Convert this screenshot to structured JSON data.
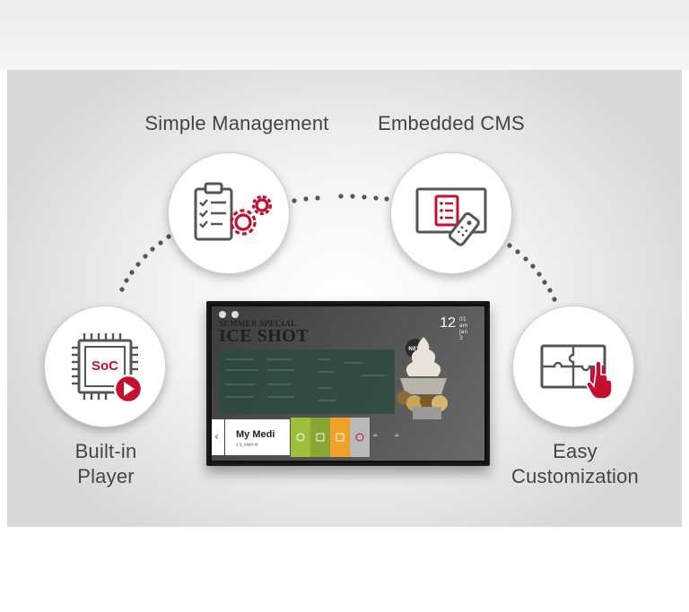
{
  "features": {
    "simple_management": "Simple Management",
    "embedded_cms": "Embedded CMS",
    "built_in_player": "Built-in\nPlayer",
    "easy_customization": "Easy\nCustomization"
  },
  "soc_chip": {
    "text": "SoC"
  },
  "tv": {
    "headline_small": "SUMMER SPECIAL",
    "headline_big": "ICE SHOT",
    "badge": "NEW",
    "clock": "12",
    "clock_minutes": "01",
    "clock_ampm": "am",
    "clock_date": "Jan 3",
    "launcher_title": "My Medi",
    "launcher_sub": "4 IL_MMM.M"
  },
  "colors": {
    "accent_red": "#c4102f",
    "icon_gray": "#555555",
    "label_text": "#444444",
    "card_lime": "#9dbf3a",
    "card_olive": "#8aa533",
    "card_orange": "#f0a12a",
    "card_gray": "#b9b9b9"
  },
  "icons": {
    "management": "clipboard-gears-icon",
    "cms": "screen-remote-icon",
    "player": "soc-chip-play-icon",
    "customization": "puzzle-hand-icon"
  }
}
